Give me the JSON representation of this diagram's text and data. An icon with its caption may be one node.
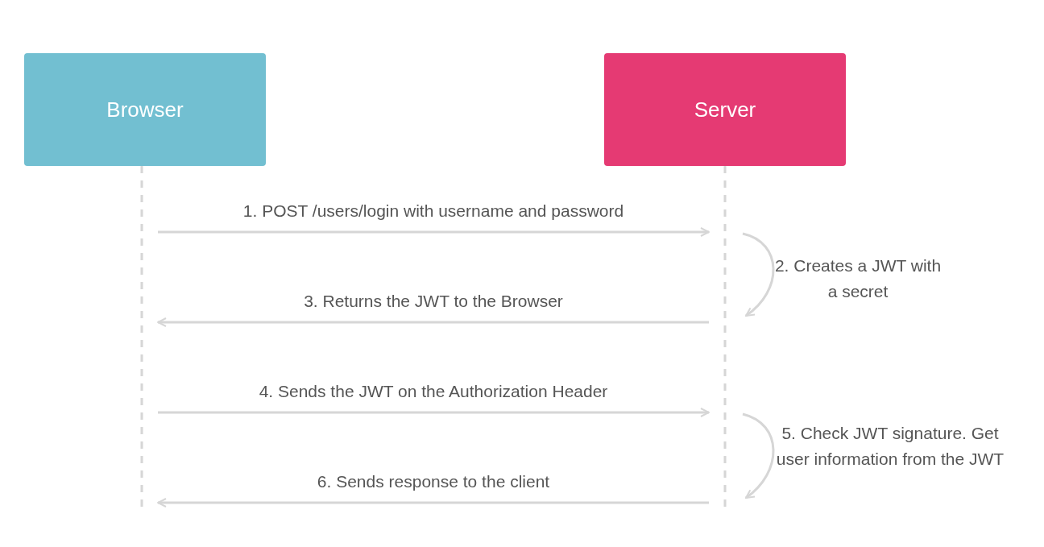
{
  "diagram": {
    "nodes": [
      {
        "text": [
          "Browser"
        ]
      },
      {
        "text": [
          "Server"
        ]
      },
      {
        "text": [],
        "shape": "line"
      },
      {
        "text": [],
        "shape": "line"
      }
    ],
    "edges": [
      {
        "from": 2,
        "to": 3,
        "arrow": "to",
        "label": "1. POST /users/login with username and password"
      },
      {
        "from": 3,
        "to": 3,
        "arrow": "to",
        "label": "2. Creates a JWT with a secret"
      },
      {
        "from": 3,
        "to": 2,
        "arrow": "to",
        "label": "3. Returns the JWT to the Browser"
      },
      {
        "from": 2,
        "to": 3,
        "arrow": "to",
        "label": "4. Sends the JWT on the Authorization Header"
      },
      {
        "from": 3,
        "to": 3,
        "arrow": "to",
        "label": "5. Check JWT signature. Get user information from the JWT"
      },
      {
        "from": 3,
        "to": 2,
        "arrow": "to",
        "label": "6. Sends response to the client"
      }
    ]
  }
}
